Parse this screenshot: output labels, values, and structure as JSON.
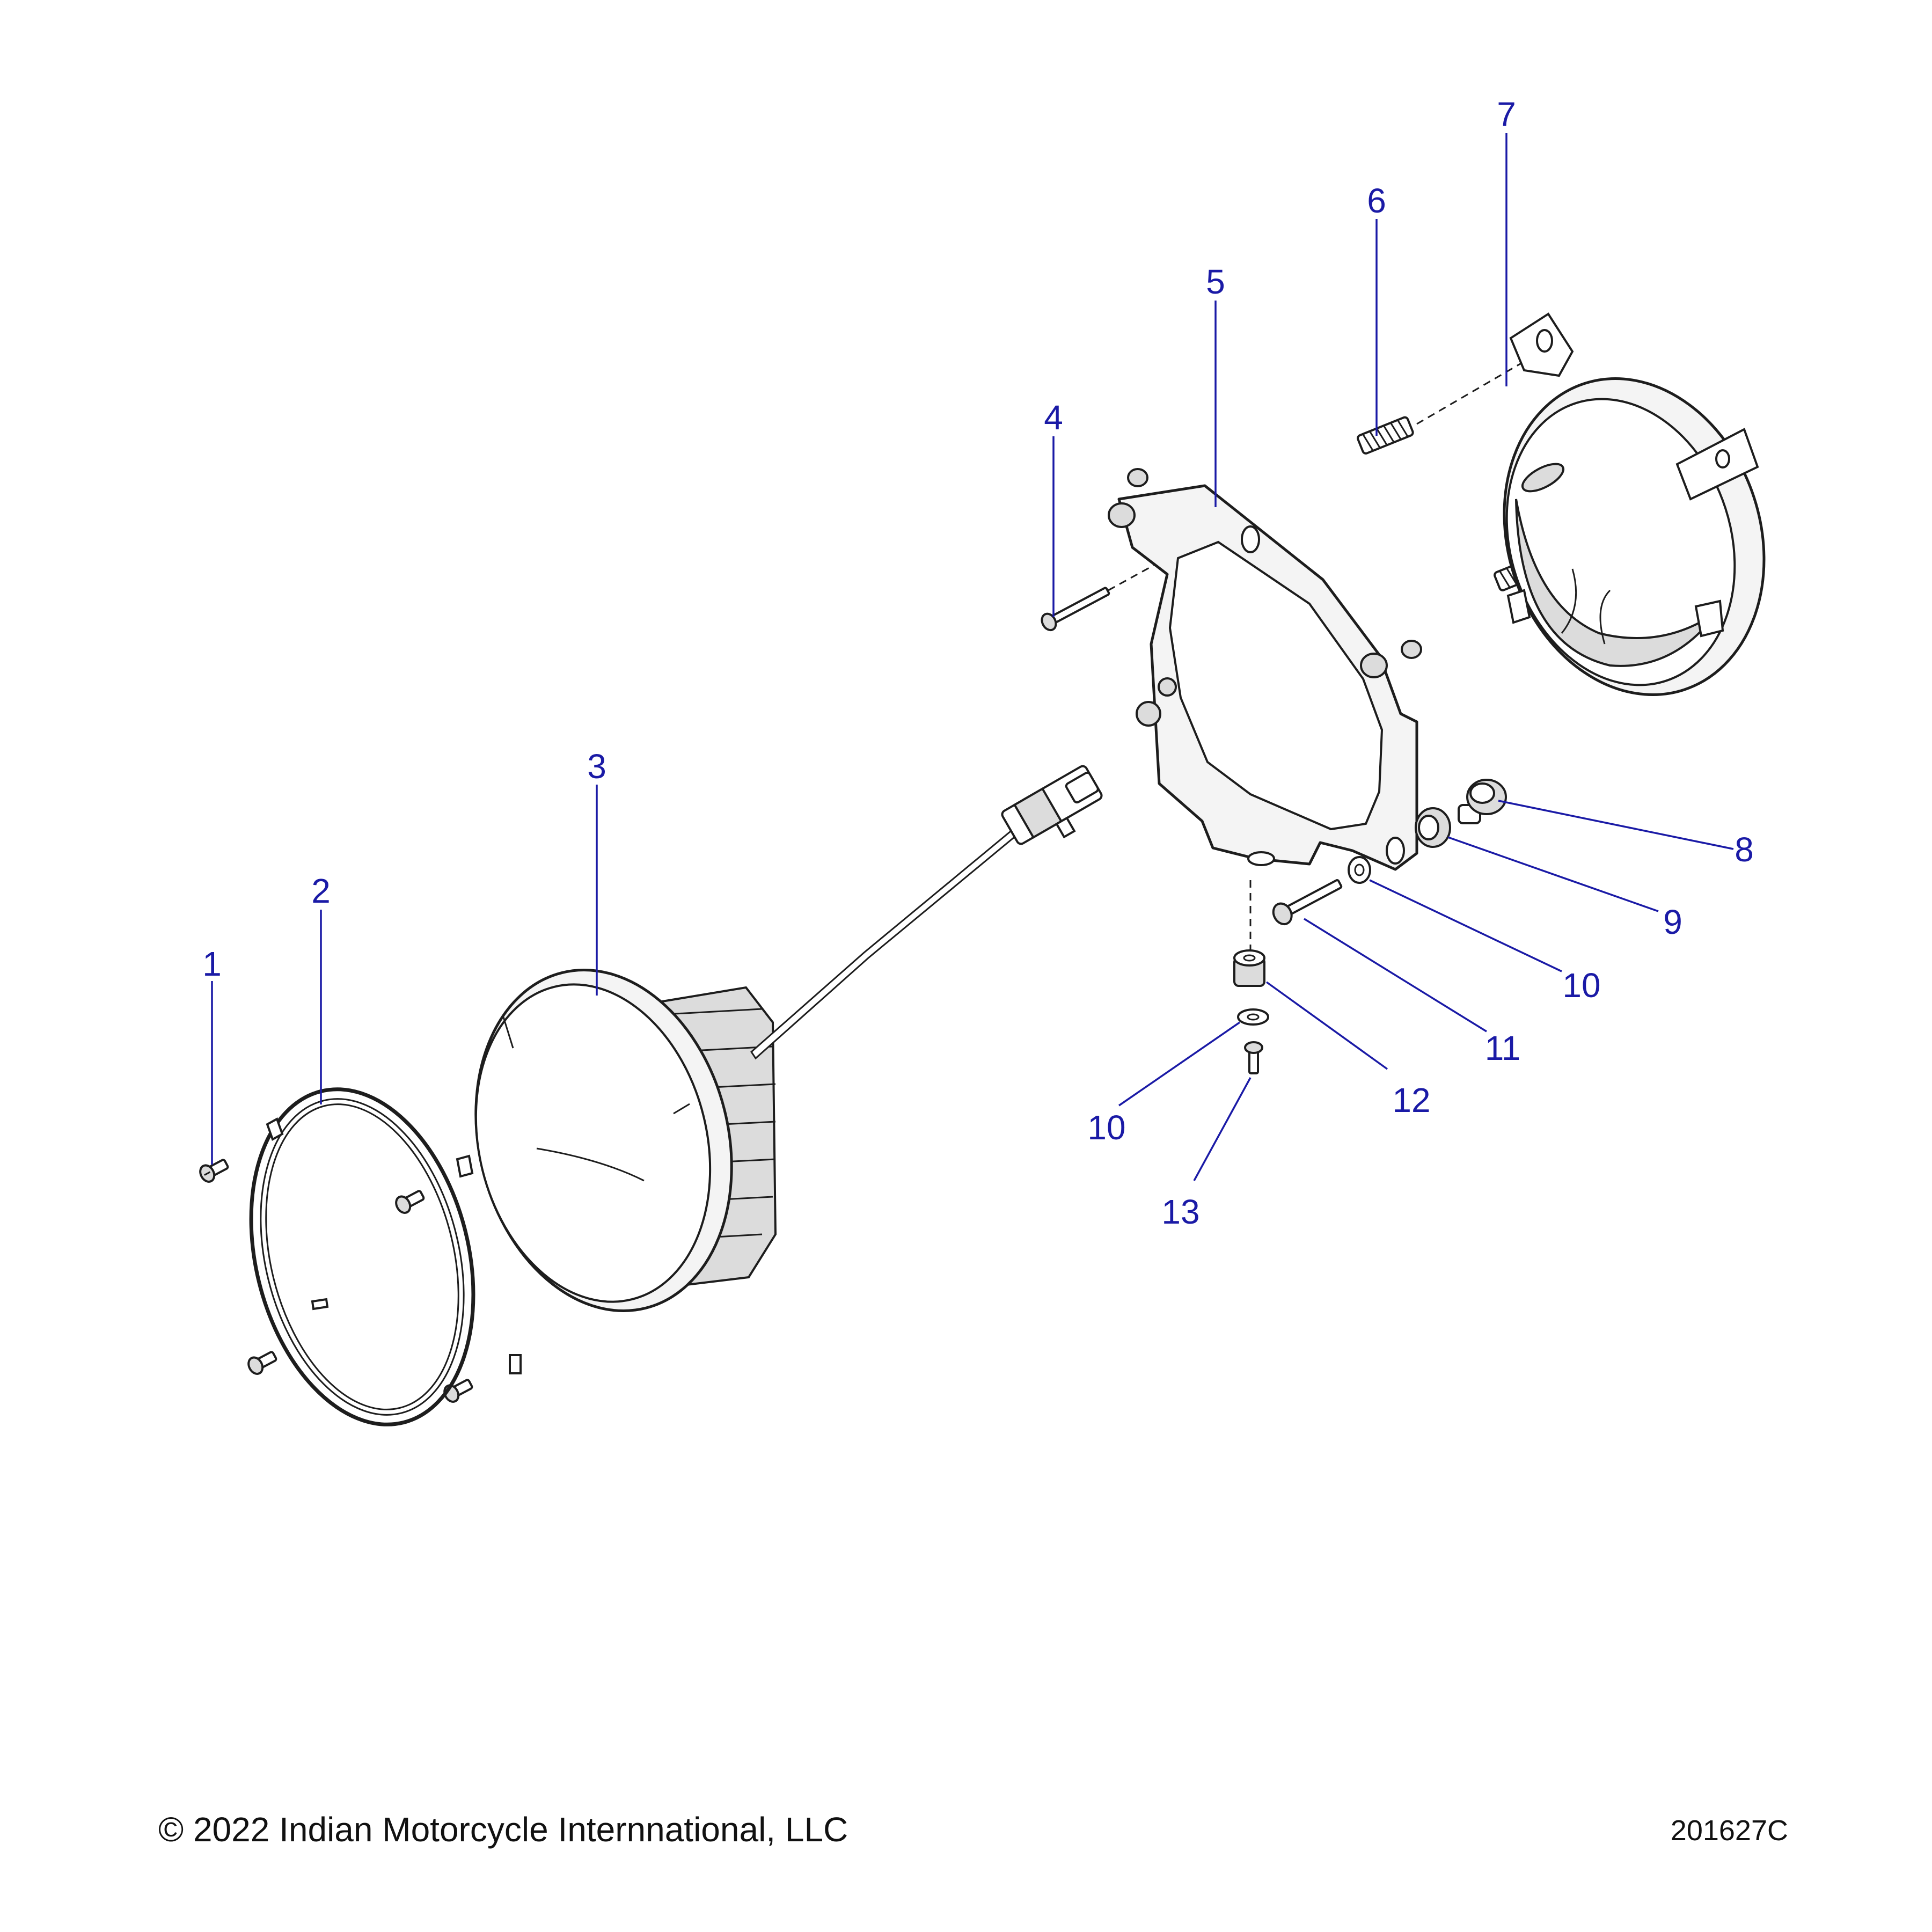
{
  "callouts": {
    "c1": "1",
    "c2": "2",
    "c3": "3",
    "c4": "4",
    "c5": "5",
    "c6": "6",
    "c7": "7",
    "c8": "8",
    "c9": "9",
    "c10a": "10",
    "c10b": "10",
    "c11": "11",
    "c12": "12",
    "c13": "13"
  },
  "footer": {
    "copyright": "© 2022 Indian Motorcycle Internnational, LLC",
    "drawing_number": "201627C"
  },
  "colors": {
    "callout": "#1a1aa6",
    "linework": "#1d1d1d"
  }
}
